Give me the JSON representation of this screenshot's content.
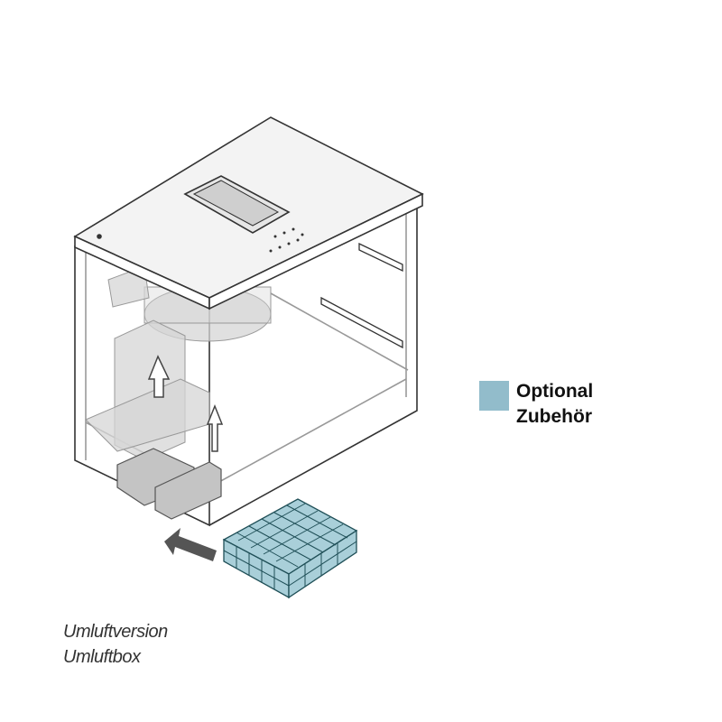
{
  "legend": {
    "line1": "Optional",
    "line2": "Zubehör",
    "swatch_color": "#92bccb"
  },
  "caption": {
    "line1": "Umluftversion",
    "line2": "Umluftbox"
  },
  "colors": {
    "outline": "#333333",
    "ghost_parts": "#cfcfcf",
    "arrow": "#555555",
    "filter": "#a9cfd9",
    "filter_outline": "#1f4f57"
  }
}
